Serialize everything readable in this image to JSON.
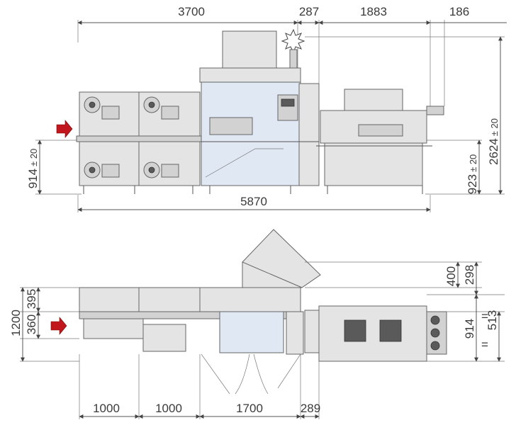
{
  "side_view": {
    "dim_top_total": "3700",
    "dim_top_gap": "287",
    "dim_top_tunnel": "1883",
    "dim_top_exit": "186",
    "dim_height_total": "2624",
    "dim_height_total_tol": "± 20",
    "dim_infeed_height": "914",
    "dim_infeed_height_tol": "± 20",
    "dim_outfeed_height": "923",
    "dim_outfeed_height_tol": "± 20",
    "dim_length_total": "5870"
  },
  "top_view": {
    "dim_width_total": "1200",
    "dim_offset_a": "360",
    "dim_offset_b": "395",
    "dim_door_400": "400",
    "dim_door_298": "298",
    "dim_tunnel_width": "914",
    "dim_tunnel_half": "513",
    "equal_mark_top": "=",
    "equal_mark_bottom": "=",
    "dim_module_1": "1000",
    "dim_module_2": "1000",
    "dim_module_3": "1700",
    "dim_module_4": "289"
  },
  "colors": {
    "infeed_arrow": "#c0161c",
    "machine_body": "#e4e4e4",
    "sealing_chamber": "#dfe8f3"
  },
  "icons": [
    "infeed-arrow-icon",
    "warning-beacon-icon"
  ]
}
